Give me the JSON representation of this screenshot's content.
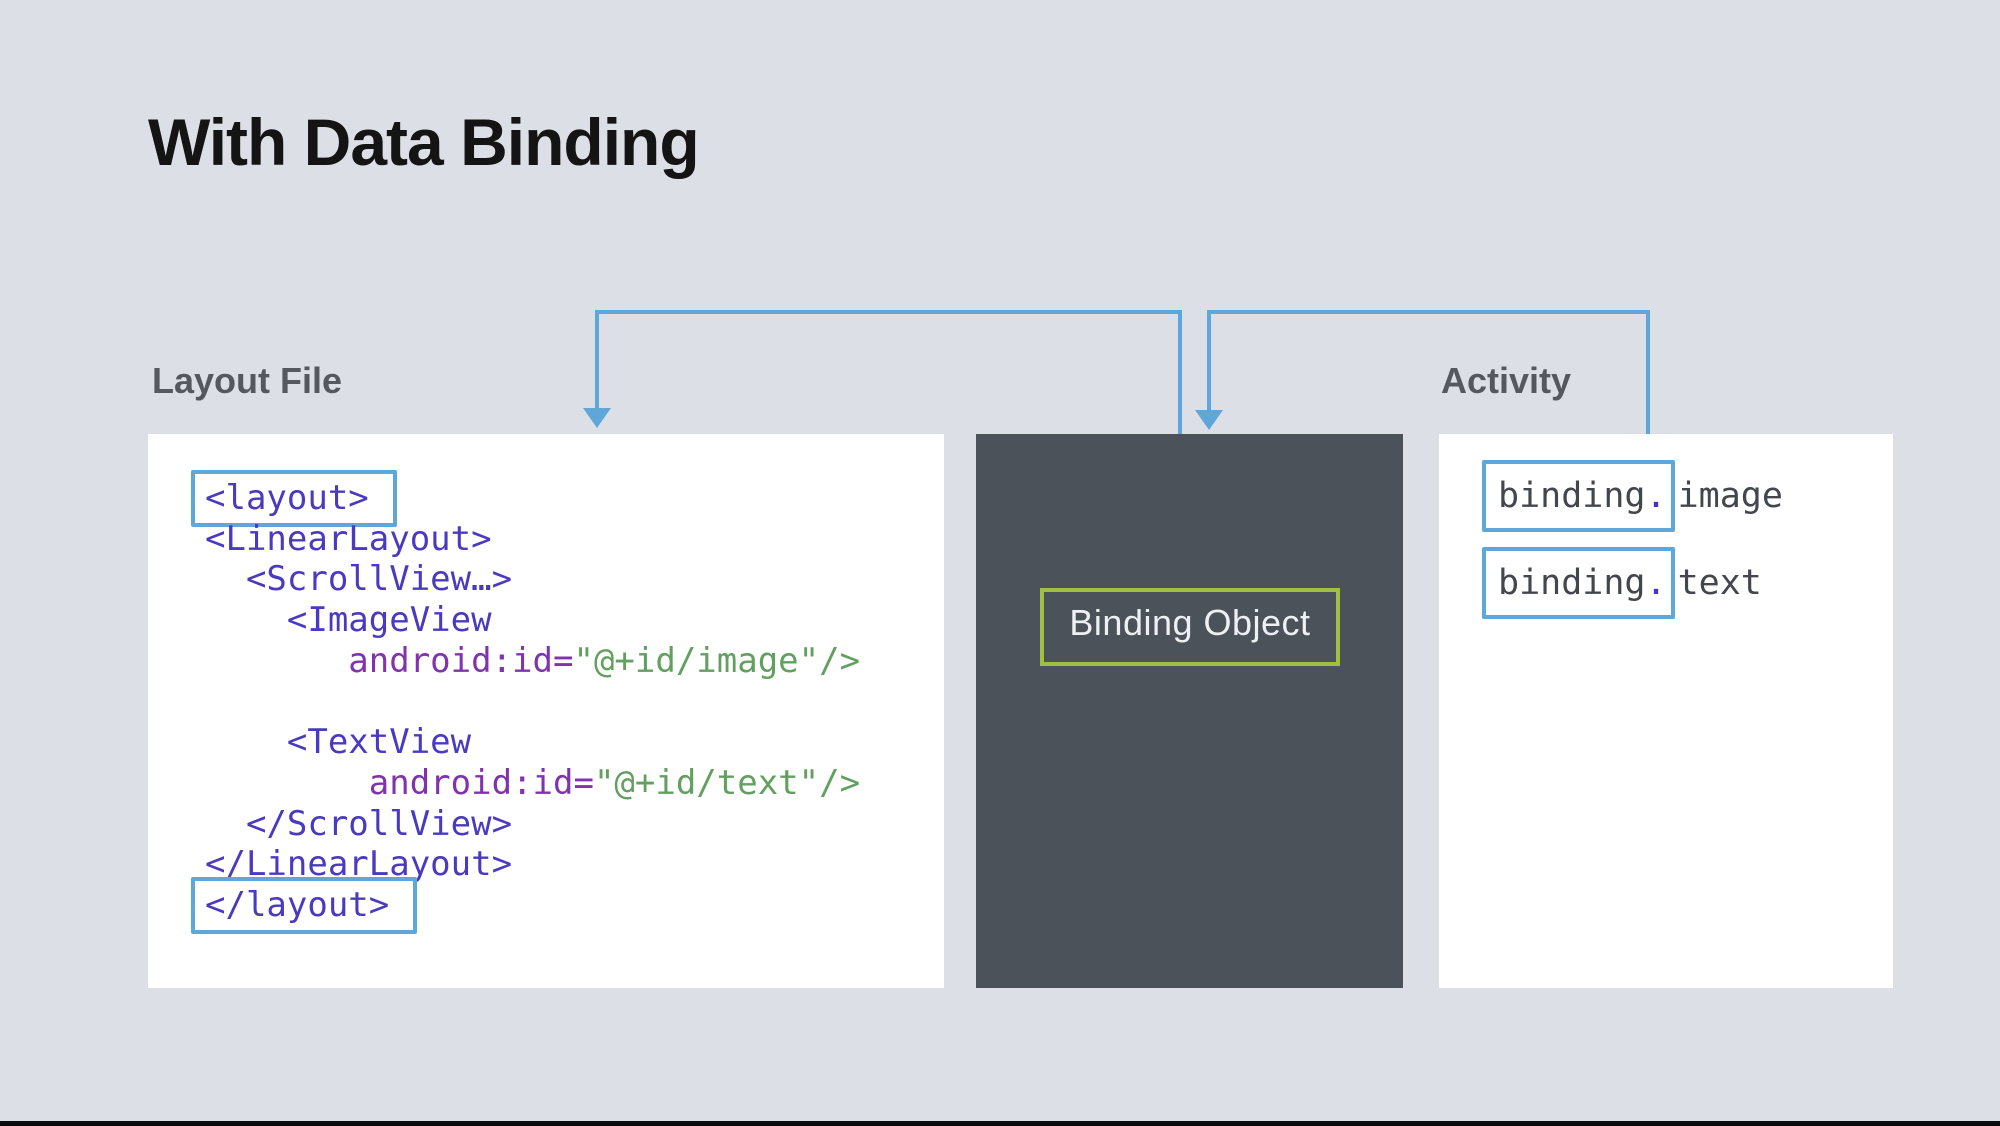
{
  "slide": {
    "title": "With Data Binding"
  },
  "layout_file": {
    "heading": "Layout File",
    "code_lines": [
      {
        "boxed": true,
        "tokens": [
          {
            "text": "<layout>",
            "type": "tag"
          }
        ]
      },
      {
        "boxed": false,
        "tokens": [
          {
            "text": "<LinearLayout>",
            "type": "tag"
          }
        ]
      },
      {
        "boxed": false,
        "tokens": [
          {
            "text": "  <ScrollView…>",
            "type": "tag"
          }
        ]
      },
      {
        "boxed": false,
        "tokens": [
          {
            "text": "    <ImageView",
            "type": "tag"
          }
        ]
      },
      {
        "boxed": false,
        "tokens": [
          {
            "text": "       ",
            "type": "tag"
          },
          {
            "text": "android:id=",
            "type": "attr"
          },
          {
            "text": "\"@+id/image\"/>",
            "type": "value"
          }
        ]
      },
      {
        "boxed": false,
        "tokens": []
      },
      {
        "boxed": false,
        "tokens": [
          {
            "text": "    <TextView",
            "type": "tag"
          }
        ]
      },
      {
        "boxed": false,
        "tokens": [
          {
            "text": "        ",
            "type": "tag"
          },
          {
            "text": "android:id=",
            "type": "attr"
          },
          {
            "text": "\"@+id/text\"/>",
            "type": "value"
          }
        ]
      },
      {
        "boxed": false,
        "tokens": [
          {
            "text": "  </ScrollView>",
            "type": "tag"
          }
        ]
      },
      {
        "boxed": false,
        "tokens": [
          {
            "text": "</LinearLayout>",
            "type": "tag"
          }
        ]
      },
      {
        "boxed": true,
        "tokens": [
          {
            "text": "</layout>",
            "type": "tag"
          }
        ]
      }
    ]
  },
  "binding_object": {
    "label": "Binding Object"
  },
  "activity": {
    "heading": "Activity",
    "bindings": [
      {
        "object": "binding",
        "dot": ".",
        "property": "image"
      },
      {
        "object": "binding",
        "dot": ".",
        "property": "text"
      }
    ]
  },
  "colors": {
    "background": "#dce0e6",
    "panel_dark": "#4b525a",
    "accent_blue": "#5fa7d9",
    "accent_green": "#a2bf45",
    "code_tag": "#4a3ac0",
    "code_attr": "#8133ae",
    "code_value": "#62a05f",
    "heading_gray": "#55595f"
  }
}
